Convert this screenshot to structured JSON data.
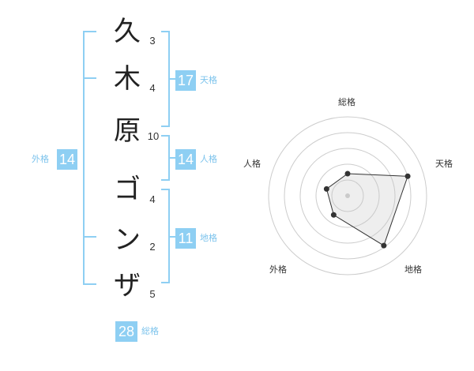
{
  "name": {
    "characters": [
      {
        "char": "久",
        "strokes": "3"
      },
      {
        "char": "木",
        "strokes": "4"
      },
      {
        "char": "原",
        "strokes": "10"
      },
      {
        "char": "ゴ",
        "strokes": "4"
      },
      {
        "char": "ン",
        "strokes": "2"
      },
      {
        "char": "ザ",
        "strokes": "5"
      }
    ]
  },
  "fortune": {
    "tenkaku": {
      "label": "天格",
      "value": "17"
    },
    "jinkaku": {
      "label": "人格",
      "value": "14"
    },
    "chikaku": {
      "label": "地格",
      "value": "11"
    },
    "gaikaku": {
      "label": "外格",
      "value": "14"
    },
    "soukaku": {
      "label": "総格",
      "value": "28"
    }
  },
  "colors": {
    "accent": "#8ecff3",
    "accent_text": "#7cc3ec",
    "bracket": "#8ecff3",
    "text": "#222222"
  },
  "chart_data": {
    "type": "radar",
    "axes": [
      "総格",
      "天格",
      "地格",
      "外格",
      "人格"
    ],
    "values": [
      1.4,
      4.0,
      3.9,
      1.5,
      1.4
    ],
    "range": [
      0,
      5
    ],
    "rings": 5,
    "grid": true
  }
}
